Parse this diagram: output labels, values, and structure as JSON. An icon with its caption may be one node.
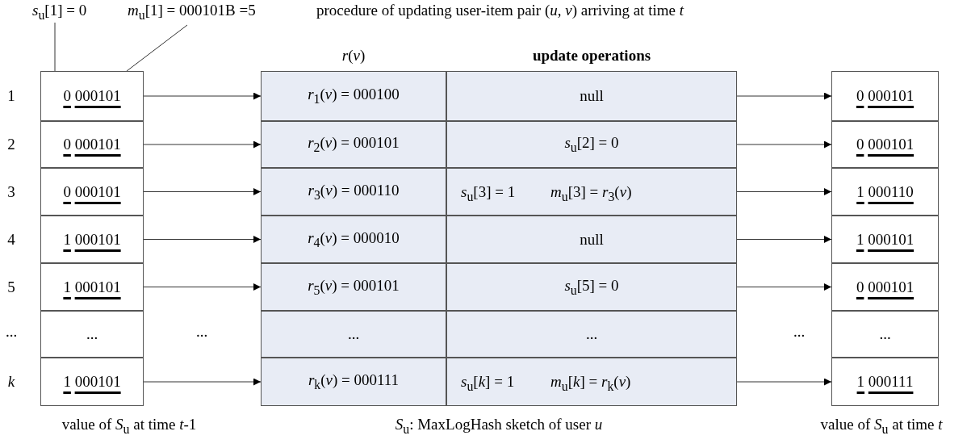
{
  "diagram": {
    "title": "procedure of updating user-item pair (*u*, *v*) arriving at time *t*",
    "nodes": [
      {
        "text": [
          "*s*$_{u}$[1] = 0"
        ]
      },
      {
        "text": [
          "*m*$_{u}$[1] = 000101B =5"
        ]
      },
      {
        "text": [
          "0 000101"
        ]
      },
      {
        "text": [
          "0 000101"
        ]
      },
      {
        "text": [
          "0 000101"
        ]
      },
      {
        "text": [
          "1 000101"
        ]
      },
      {
        "text": [
          "1 000101"
        ]
      },
      {
        "text": [
          "..."
        ]
      },
      {
        "text": [
          "1 000101"
        ]
      },
      {
        "text": [
          "*r*$_{1}$(*v*) = 000100"
        ]
      },
      {
        "text": [
          "*r*$_{2}$(*v*) = 000101"
        ]
      },
      {
        "text": [
          "*r*$_{3}$(*v*) = 000110"
        ]
      },
      {
        "text": [
          "*r*$_{4}$(*v*) = 000010"
        ]
      },
      {
        "text": [
          "*r*$_{5}$(*v*) = 000101"
        ]
      },
      {
        "text": [
          "..."
        ]
      },
      {
        "text": [
          "*r*$_{k}$(*v*) = 000111"
        ]
      },
      {
        "text": [
          "null"
        ]
      },
      {
        "text": [
          "*s*$_{u}$[2] = 0"
        ]
      },
      {
        "text": [
          "*s*$_{u}$[3] = 1",
          "*m*$_{u}$[3] = *r*$_{3}$(*v*)"
        ]
      },
      {
        "text": [
          "null"
        ]
      },
      {
        "text": [
          "*s*$_{u}$[5] = 0"
        ]
      },
      {
        "text": [
          "..."
        ]
      },
      {
        "text": [
          "*s*$_{u}$[*k*] = 1",
          "*m*$_{u}$[*k*] = *r*$_{k}$(*v*)"
        ]
      },
      {
        "text": [
          "0 000101"
        ]
      },
      {
        "text": [
          "0 000101"
        ]
      },
      {
        "text": [
          "1 000110"
        ]
      },
      {
        "text": [
          "1 000101"
        ]
      },
      {
        "text": [
          "0 000101"
        ]
      },
      {
        "text": [
          "..."
        ]
      },
      {
        "text": [
          "1 000111"
        ]
      }
    ],
    "edges": [
      {
        "from": 0,
        "to": 2,
        "arrow": "none"
      },
      {
        "from": 1,
        "to": 2,
        "arrow": "none"
      },
      {
        "from": 2,
        "to": 9,
        "arrow": "to"
      },
      {
        "from": 3,
        "to": 10,
        "arrow": "to"
      },
      {
        "from": 4,
        "to": 11,
        "arrow": "to"
      },
      {
        "from": 5,
        "to": 12,
        "arrow": "to"
      },
      {
        "from": 6,
        "to": 13,
        "arrow": "to"
      },
      {
        "from": 8,
        "to": 15,
        "arrow": "to"
      },
      {
        "from": 16,
        "to": 23,
        "arrow": "to"
      },
      {
        "from": 17,
        "to": 24,
        "arrow": "to"
      },
      {
        "from": 18,
        "to": 25,
        "arrow": "to"
      },
      {
        "from": 19,
        "to": 26,
        "arrow": "to"
      },
      {
        "from": 20,
        "to": 27,
        "arrow": "to"
      },
      {
        "from": 22,
        "to": 29,
        "arrow": "to"
      }
    ],
    "labels": [
      "*r*(*v*)",
      "update operations",
      "1",
      "2",
      "3",
      "4",
      "5",
      "...",
      "*k*",
      "...",
      "...",
      "value of *S*$_{u}$ at time *t*-1",
      "*S*$_{u}$: MaxLogHash sketch of user *u*",
      "value of *S*$_{u}$ at time *t*"
    ]
  }
}
